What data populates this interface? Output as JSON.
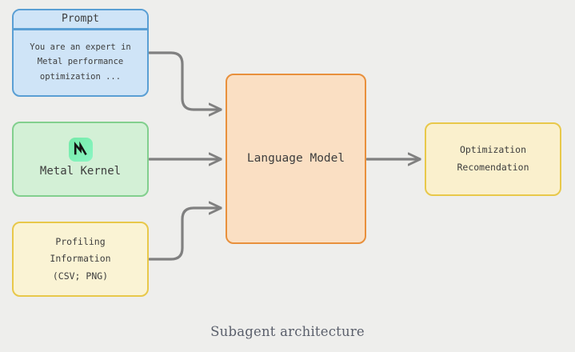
{
  "diagram": {
    "caption": "Subagent architecture",
    "background_color": "#eeeeec",
    "nodes": {
      "prompt": {
        "title": "Prompt",
        "body": "You are an expert in\nMetal performance\noptimization ...",
        "fill_color": "#cfe4f7",
        "border_color": "#5a9fd4"
      },
      "metal_kernel": {
        "label": "Metal Kernel",
        "icon": "metal-logo-icon",
        "fill_color": "#d3f0d6",
        "border_color": "#82cf8e",
        "icon_color": "#7ae8ad"
      },
      "profiling": {
        "label": "Profiling\nInformation\n(CSV; PNG)",
        "fill_color": "#faf3d4",
        "border_color": "#e8c84a"
      },
      "language_model": {
        "label": "Language Model",
        "fill_color": "#fadfc3",
        "border_color": "#e8903c"
      },
      "output": {
        "label": "Optimization\nRecomendation",
        "fill_color": "#faf0cd",
        "border_color": "#e8c84a"
      }
    },
    "edges": [
      {
        "name": "prompt-to-model",
        "from": "prompt",
        "to": "language_model",
        "style": "curved",
        "color": "#808080"
      },
      {
        "name": "kernel-to-model",
        "from": "metal_kernel",
        "to": "language_model",
        "style": "straight",
        "color": "#808080"
      },
      {
        "name": "profiling-to-model",
        "from": "profiling",
        "to": "language_model",
        "style": "curved",
        "color": "#808080"
      },
      {
        "name": "model-to-output",
        "from": "language_model",
        "to": "output",
        "style": "straight",
        "color": "#808080"
      }
    ]
  }
}
